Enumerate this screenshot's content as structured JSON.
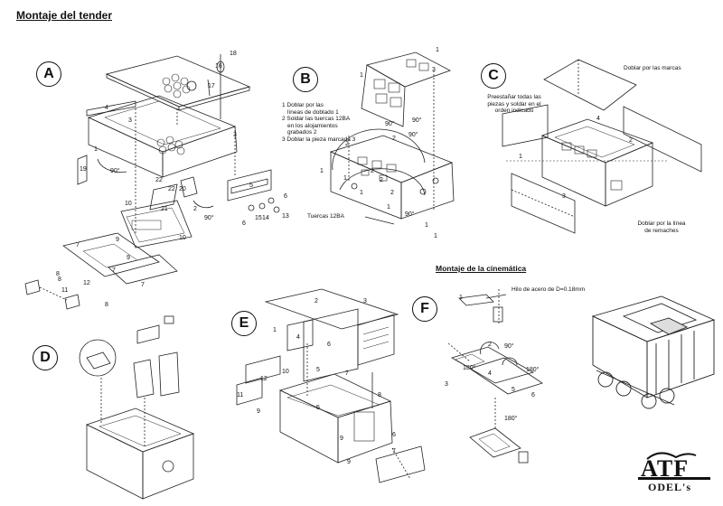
{
  "title": "Montaje del tender",
  "subtitle": "Montaje de la cinemática",
  "panels": {
    "a": "A",
    "b": "B",
    "c": "C",
    "d": "D",
    "e": "E",
    "f": "F"
  },
  "notes": {
    "b_instructions": [
      "1 Doblar por las",
      "líneas de doblado 1",
      "2 Soldar las tuercas 12BA",
      "en los alojamientos",
      "grabados 2",
      "3 Doblar la pieza marcada 3"
    ],
    "b_tuercas": "Tuercas 12BA",
    "c_doblar_marcas": "Doblar por las marcas",
    "c_preestanar": [
      "Preestañar todas las",
      "piezas y soldar en el",
      "orden indicado"
    ],
    "c_doblar_linea": [
      "Doblar por la línea",
      "de remaches"
    ],
    "f_hilo": "Hilo de acero de D=0.18mm"
  },
  "logo": {
    "top": "ATF",
    "bottom": "ODEL's"
  },
  "labels_a": [
    "16",
    "18",
    "17",
    "3",
    "4",
    "3",
    "1",
    "90°",
    "19",
    "22",
    "22",
    "21",
    "20",
    "2",
    "90°",
    "10",
    "5",
    "6",
    "7",
    "13",
    "14",
    "15",
    "6",
    "10",
    "9",
    "9",
    "7",
    "8",
    "12",
    "11",
    "8",
    "7",
    "8"
  ],
  "labels_b": [
    "1",
    "3",
    "1",
    "90°",
    "90°",
    "90°",
    "2",
    "2",
    "1",
    "1",
    "2",
    "2",
    "1",
    "2",
    "1",
    "90°",
    "1",
    "1"
  ],
  "labels_c": [
    "4",
    "2",
    "1",
    "3"
  ],
  "labels_e": [
    "2",
    "3",
    "4",
    "5",
    "6",
    "7",
    "1",
    "10",
    "12",
    "11",
    "9",
    "5",
    "8",
    "9",
    "9",
    "6",
    "7"
  ],
  "labels_f": [
    "1",
    "2",
    "90°",
    "180°",
    "3",
    "4",
    "5",
    "180°",
    "6",
    "180°"
  ]
}
